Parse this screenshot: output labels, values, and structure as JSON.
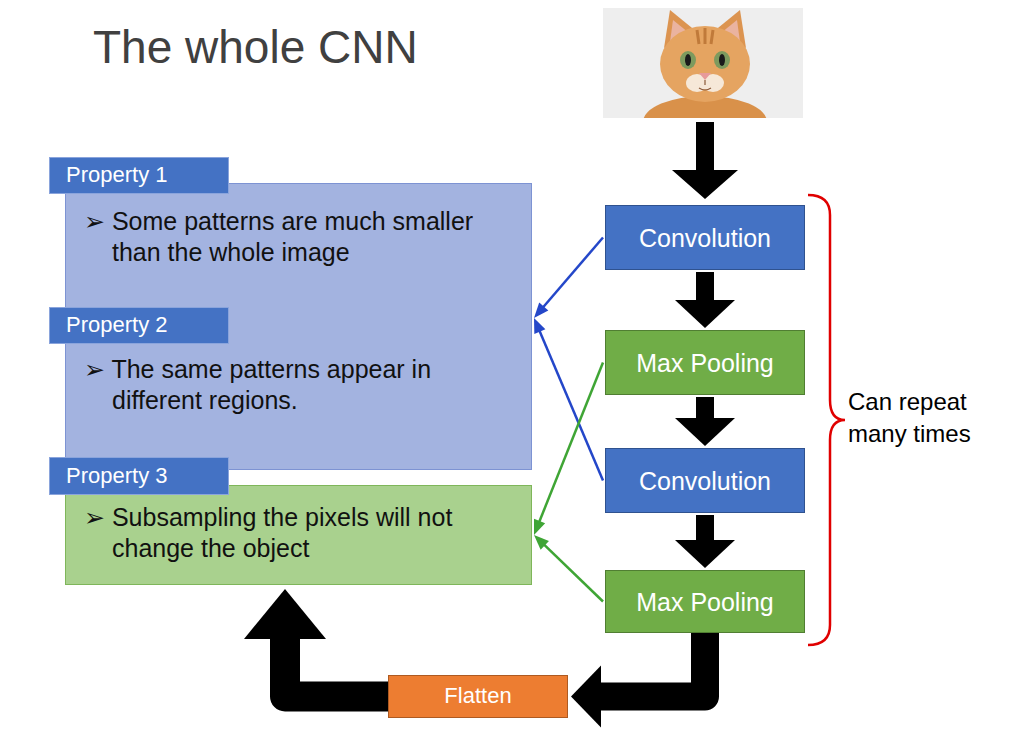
{
  "diagram": {
    "title": "The whole CNN",
    "nodes": [
      {
        "text": [
          "➢ Some patterns are much smaller than the whole image",
          "➢ The same patterns appear in different regions."
        ]
      },
      {
        "text": [
          "Property 1"
        ],
        "in": 0
      },
      {
        "text": [
          "Property 2"
        ],
        "in": 0
      },
      {
        "text": [
          "➢ Subsampling the pixels will not change the object"
        ]
      },
      {
        "text": [
          "Property 3"
        ],
        "in": 3
      },
      {
        "text": [
          "Convolution"
        ]
      },
      {
        "text": [
          "Max Pooling"
        ]
      },
      {
        "text": [
          "Convolution"
        ]
      },
      {
        "text": [
          "Max Pooling"
        ]
      },
      {
        "text": [
          "Flatten"
        ]
      }
    ],
    "edges": [
      {
        "from": 5,
        "to": 6,
        "arrow": "to"
      },
      {
        "from": 6,
        "to": 7,
        "arrow": "to"
      },
      {
        "from": 7,
        "to": 8,
        "arrow": "to"
      },
      {
        "from": 8,
        "to": 9,
        "arrow": "to"
      },
      {
        "from": 9,
        "to": 3,
        "arrow": "to"
      },
      {
        "from": 5,
        "to": 0,
        "arrow": "to"
      },
      {
        "from": 7,
        "to": 0,
        "arrow": "to"
      },
      {
        "from": 6,
        "to": 3,
        "arrow": "to"
      },
      {
        "from": 8,
        "to": 3,
        "arrow": "to"
      }
    ],
    "labels": [
      "Can repeat many times"
    ]
  }
}
